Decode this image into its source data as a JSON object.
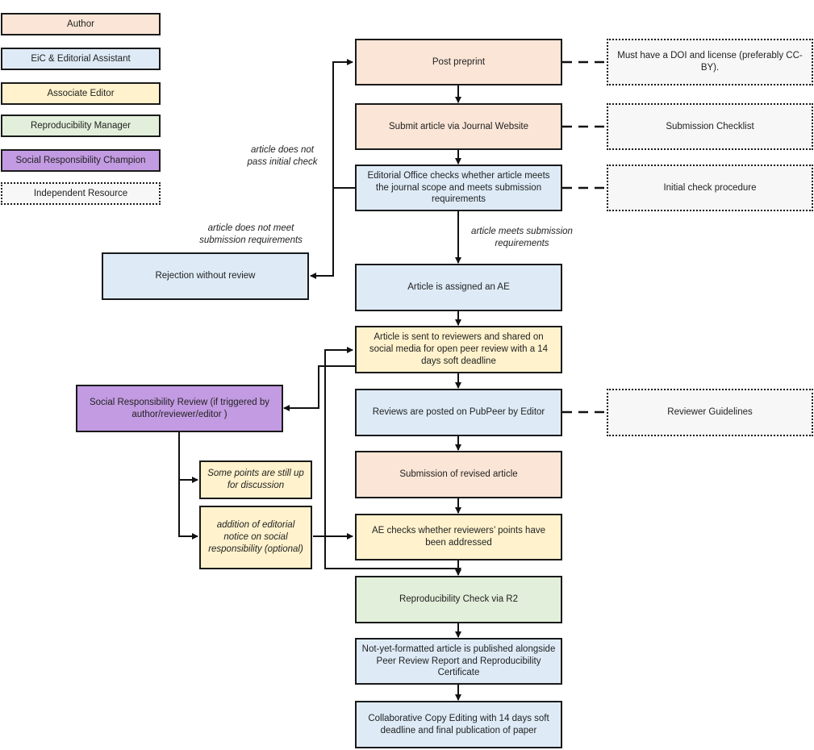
{
  "colors": {
    "author": "#fbe5d6",
    "eic": "#deebf7",
    "ae": "#fff2cc",
    "repro": "#e2efda",
    "social": "#c39be2",
    "independent": "#f7f7f7"
  },
  "legend": {
    "author": "Author",
    "eic": "EiC & Editorial Assistant",
    "ae": "Associate Editor",
    "repro": "Reproducibility Manager",
    "social": "Social Responsibility Champion",
    "independent": "Independent Resource"
  },
  "nodes": {
    "post_preprint": "Post preprint",
    "submit_article": "Submit article via Journal Website",
    "editorial_check": "Editorial Office checks whether article meets the journal scope and meets submission requirements",
    "assigned_ae": "Article is assigned an AE",
    "sent_reviewers": "Article is sent to reviewers and shared on social media for open peer review with a 14 days soft deadline",
    "reviews_posted": "Reviews are posted on PubPeer by Editor",
    "revised_article": "Submission of revised article",
    "ae_checks": "AE checks whether reviewers’ points have been addressed",
    "repro_check": "Reproducibility Check via R2",
    "published": "Not-yet-formatted article is published alongside Peer Review Report and Reproducibility Certificate",
    "copy_editing": "Collaborative Copy Editing with 14 days soft deadline and final publication of paper",
    "rejection": "Rejection without review",
    "social_review": "Social Responsibility Review (if triggered by author/reviewer/editor )",
    "points_discussion": "Some points are still up for discussion",
    "editorial_notice": "addition of editorial notice on social responsibility (optional)"
  },
  "resources": {
    "doi_license": "Must have a DOI and license (preferably CC-BY).",
    "checklist": "Submission Checklist",
    "initial_check": "Initial check procedure",
    "reviewer_guidelines": "Reviewer Guidelines"
  },
  "annotations": {
    "not_pass_initial": "article does not pass initial check",
    "not_meet_requirements": "article does not meet submission requirements",
    "meets_requirements": "article meets submission requirements"
  }
}
